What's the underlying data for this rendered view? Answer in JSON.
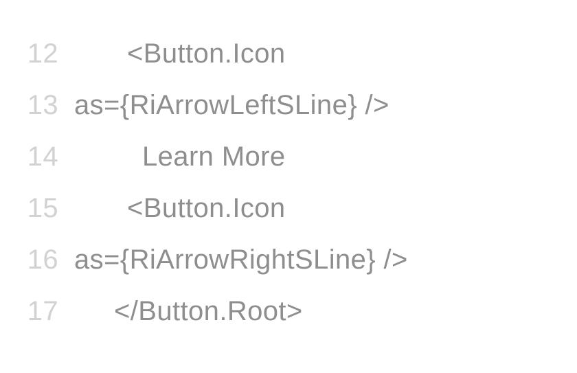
{
  "colors": {
    "background": "#ffffff",
    "line_number_text": "#d2d2d2",
    "code_text": "#8e8e8e"
  },
  "code_block": {
    "lines": [
      {
        "number": "12",
        "text": "<Button.Icon",
        "indent": "padding-left:77px"
      },
      {
        "number": "13",
        "text": "as={RiArrowLeftSLine} />",
        "indent": "padding-left:0px"
      },
      {
        "number": "14",
        "text": "Learn More",
        "indent": "padding-left:99px"
      },
      {
        "number": "15",
        "text": "<Button.Icon",
        "indent": "padding-left:77px"
      },
      {
        "number": "16",
        "text": "as={RiArrowRightSLine} />",
        "indent": "padding-left:0px"
      },
      {
        "number": "17",
        "text": "</Button.Root>",
        "indent": "padding-left:58px"
      }
    ]
  }
}
